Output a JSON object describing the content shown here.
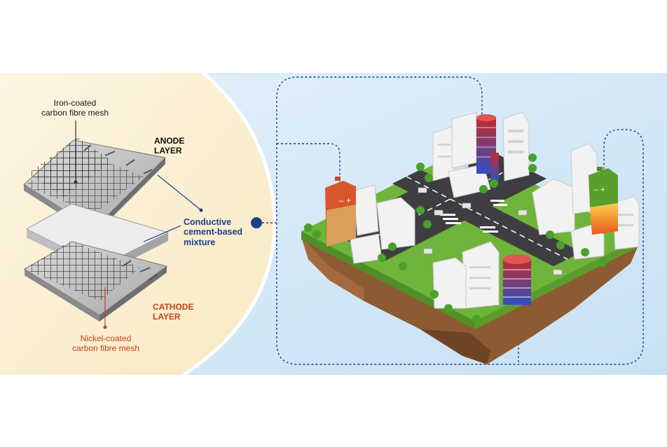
{
  "labels": {
    "anode_mesh": [
      "Iron-coated",
      "carbon fibre mesh"
    ],
    "anode_layer": [
      "ANODE",
      "LAYER"
    ],
    "mixture": [
      "Conductive",
      "cement-based",
      "mixture"
    ],
    "cathode_layer": [
      "CATHODE",
      "LAYER"
    ],
    "cathode_mesh": [
      "Nickel-coated",
      "carbon fibre mesh"
    ]
  },
  "colors": {
    "left_panel": "#fbf1d8",
    "right_panel": "#cfe6f6",
    "navy_text": "#1d3f8a",
    "orange_text": "#c6411c",
    "grass": "#6fb43a",
    "road": "#3e3e42",
    "soil": "#8c5a33",
    "battery_orange": "#d8562a",
    "battery_green": "#5a9e2e"
  },
  "icons": [
    "battery-icon",
    "plus-minus-icon",
    "connector-dot-icon"
  ]
}
